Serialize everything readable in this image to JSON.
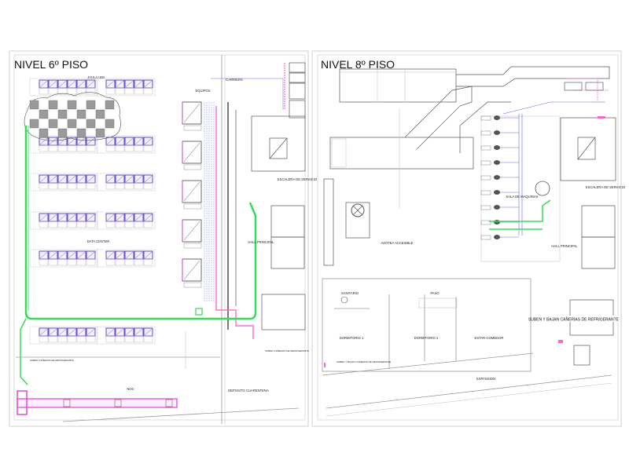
{
  "sheets": [
    {
      "title": "NIVEL 6º PISO",
      "rooms": {
        "jaula": "JAULA UMI",
        "data_center": "DATA CENTER",
        "equipos": "EQUIPOS",
        "carriers": "CARRIERS",
        "escalera": "ESCALERA DE SERVICIO",
        "hall": "HALL PRINCIPAL",
        "noc": "NOC",
        "deposito": "DEPOSITO CUARENTENA"
      },
      "notes": {
        "sube_baja": "SUBEN CAÑERIAS DE REFRIGERANTE",
        "sube_baja_2": "SUBEN CAÑERIAS DE REFRIGERANTE"
      }
    },
    {
      "title": "NIVEL 8º PISO",
      "rooms": {
        "sala_maquinas": "SALA DE MAQUINAS",
        "azotea": "AZOTEA ACCESIBLE",
        "escalera": "ESCALERA DE SERVICIO",
        "hall": "HALL PRINCIPAL",
        "sanitario": "SANITARIO",
        "paso": "PASO",
        "dormitorio1": "DORMITORIO 1",
        "dormitorio2": "DORMITORIO 2",
        "estar": "ESTAR-COMEDOR",
        "expansion": "EXPANSION"
      },
      "notes": {
        "sube_baja": "SUBEN Y BAJAN CAÑERIAS DE REFRIGERANTE",
        "sube_baja_2": "SUBEN Y BAJAN CAÑERIAS DE REFRIGERANTE"
      }
    }
  ],
  "colors": {
    "supply_duct": "#33dd55",
    "refrigerant": "#ff66cc",
    "piping": "#6666ff",
    "rack": "#5533cc"
  }
}
